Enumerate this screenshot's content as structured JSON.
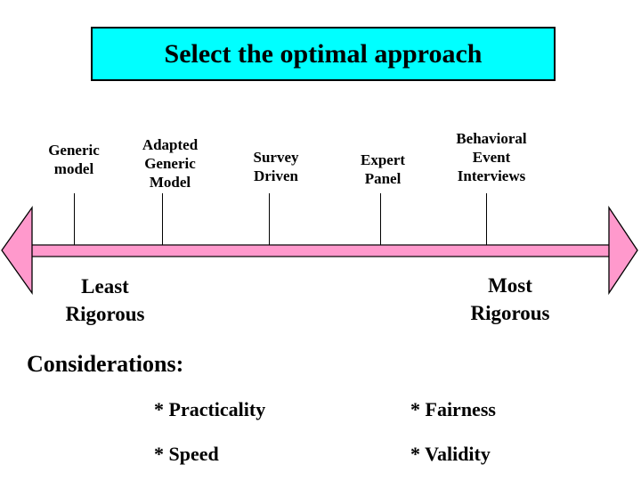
{
  "title": {
    "text": "Select the optimal approach"
  },
  "colors": {
    "title_background": "#00FFFF",
    "arrow_fill": "#FF99CC",
    "outline": "#000000",
    "text": "#000000",
    "slide_background": "#FFFFFF"
  },
  "spectrum": {
    "approaches": [
      {
        "lines": [
          "Generic",
          "model"
        ]
      },
      {
        "lines": [
          "Adapted",
          "Generic",
          "Model"
        ]
      },
      {
        "lines": [
          "Survey",
          "Driven"
        ]
      },
      {
        "lines": [
          "Expert",
          "Panel"
        ]
      },
      {
        "lines": [
          "Behavioral",
          "Event",
          "Interviews"
        ]
      }
    ],
    "left_end": {
      "lines": [
        "Least",
        "Rigorous"
      ]
    },
    "right_end": {
      "lines": [
        "Most",
        "Rigorous"
      ]
    }
  },
  "considerations": {
    "heading": "Considerations:",
    "items_left": [
      "* Practicality",
      "* Speed"
    ],
    "items_right": [
      "* Fairness",
      "* Validity"
    ]
  }
}
